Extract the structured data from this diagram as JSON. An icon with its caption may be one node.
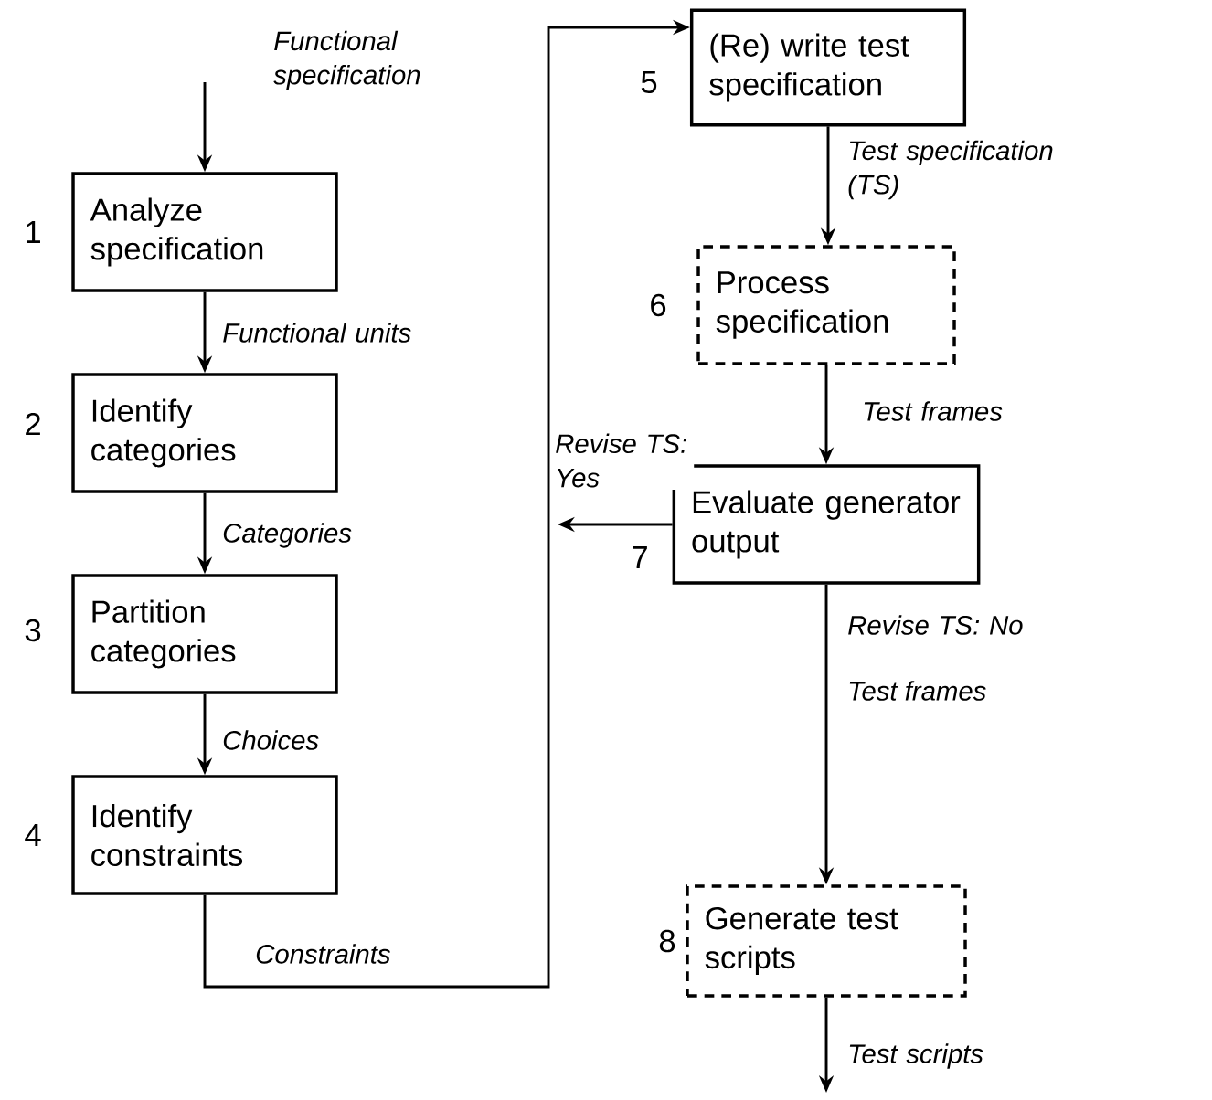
{
  "diagram": {
    "nodes": [
      {
        "text": [
          "Analyze specification"
        ],
        "beside": [
          "1"
        ]
      },
      {
        "text": [
          "Identify categories"
        ],
        "beside": [
          "2"
        ]
      },
      {
        "text": [
          "Partition categories"
        ],
        "beside": [
          "3"
        ]
      },
      {
        "text": [
          "Identify constraints"
        ],
        "beside": [
          "4"
        ]
      },
      {
        "text": [
          "(Re) write test specification"
        ],
        "beside": [
          "5"
        ]
      },
      {
        "text": [
          "Process specification"
        ],
        "beside": [
          "6"
        ]
      },
      {
        "text": [
          "Evaluate generator output"
        ],
        "beside": [
          "7"
        ]
      },
      {
        "text": [
          "Generate test scripts"
        ],
        "beside": [
          "8"
        ]
      }
    ],
    "edges": [
      {
        "from": null,
        "to": 0,
        "arrow": "to",
        "label": "Functional specification"
      },
      {
        "from": 0,
        "to": 1,
        "arrow": "to",
        "label": "Functional units"
      },
      {
        "from": 1,
        "to": 2,
        "arrow": "to",
        "label": "Categories"
      },
      {
        "from": 2,
        "to": 3,
        "arrow": "to",
        "label": "Choices"
      },
      {
        "from": 3,
        "to": 4,
        "arrow": "to",
        "label": "Constraints"
      },
      {
        "from": 4,
        "to": 5,
        "arrow": "to",
        "label": "Test specification (TS)"
      },
      {
        "from": 5,
        "to": 6,
        "arrow": "to",
        "label": "Test frames"
      },
      {
        "from": 6,
        "to": null,
        "arrow": "to",
        "label": "Revise TS: Yes"
      },
      {
        "from": 6,
        "to": 7,
        "arrow": "to",
        "label": "Revise TS: No"
      },
      {
        "from": 7,
        "to": null,
        "arrow": "to",
        "label": "Test scripts"
      }
    ],
    "labels": [
      "Test frames"
    ]
  }
}
